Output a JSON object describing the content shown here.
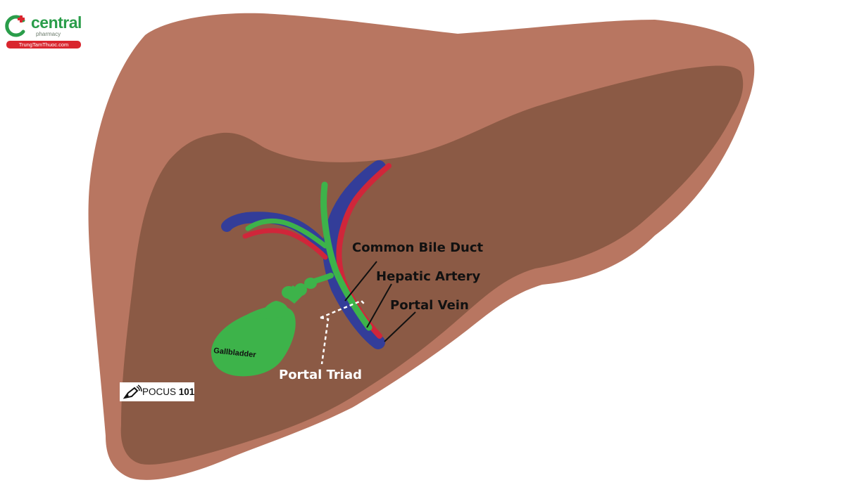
{
  "logo": {
    "brand": "central",
    "brand_sub": "pharmacy",
    "site": "TrungTamThuoc.com",
    "icon": "medical-cross-c-icon",
    "colors": {
      "green": "#2a9d4a",
      "red": "#d9262e"
    }
  },
  "labels": {
    "common_bile_duct": "Common Bile Duct",
    "hepatic_artery": "Hepatic Artery",
    "portal_vein": "Portal Vein",
    "portal_triad": "Portal Triad",
    "gallbladder": "Gallbladder"
  },
  "badge": {
    "icon": "ultrasound-probe-icon",
    "text": "POCUS",
    "number": "101"
  },
  "colors": {
    "liver_outer": "#b87661",
    "liver_inner": "#8b5a45",
    "bile_duct": "#3db34a",
    "hepatic_artery": "#d0263a",
    "portal_vein": "#333d99"
  }
}
